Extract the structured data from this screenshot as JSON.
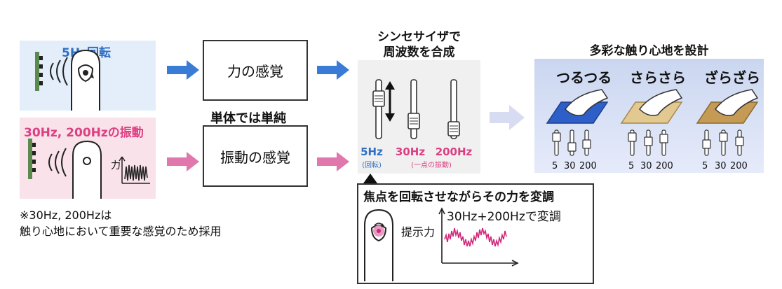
{
  "inputs": {
    "rotation_label": "5Hz回転",
    "vibration_label": "30Hz, 200Hzの振動",
    "force_glyph": "力"
  },
  "senses": {
    "force_sense": "力の感覚",
    "vibration_sense": "振動の感覚",
    "simple_note": "単体では単純"
  },
  "footnote": {
    "line1": "※30Hz, 200Hzは",
    "line2": "触り心地において重要な感覚のため採用"
  },
  "synth": {
    "title_line1": "シンセサイザで",
    "title_line2": "周波数を合成",
    "sliders": [
      {
        "hz": "5Hz",
        "sub": "(回転)",
        "color": "#2f6fc4"
      },
      {
        "hz": "30Hz",
        "sub": "(一点の振動)",
        "color": "#dd3f82"
      },
      {
        "hz": "200Hz",
        "sub": "",
        "color": "#dd3f82"
      }
    ]
  },
  "textures": {
    "title": "多彩な触り心地を設計",
    "items": [
      {
        "label": "つるつる",
        "color": "#2e5fc8"
      },
      {
        "label": "さらさら",
        "color": "#d8b978"
      },
      {
        "label": "ざらざら",
        "color": "#c49a55"
      }
    ],
    "freqs": [
      "5",
      "30",
      "200"
    ]
  },
  "modulation": {
    "title": "焦点を回転させながらその力を変調",
    "force_label": "提示力",
    "caption": "30Hz+200Hzで変調"
  },
  "colors": {
    "blue_arrow": "#3a7bd5",
    "pink_arrow": "#e077ad",
    "light_arrow": "#d8dcf2",
    "wave": "#d0287a"
  }
}
